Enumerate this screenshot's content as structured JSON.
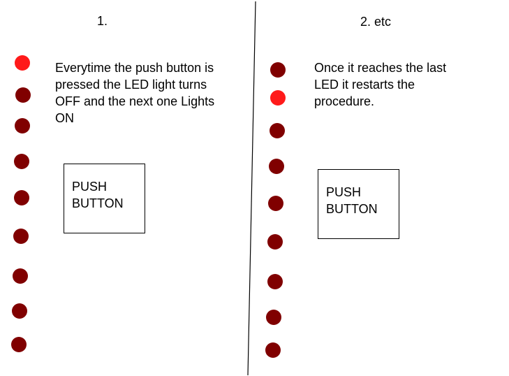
{
  "colors": {
    "led_on": "#ff1a1a",
    "led_off": "#800000",
    "line": "#000000"
  },
  "panels": [
    {
      "step_label": "1.",
      "description_lines": [
        "Everytime the push button is",
        "pressed the LED light turns",
        "OFF and the next one Lights",
        "ON"
      ],
      "button_lines": [
        "PUSH",
        "BUTTON"
      ],
      "leds": [
        "on",
        "off",
        "off",
        "off",
        "off",
        "off",
        "off",
        "off",
        "off"
      ]
    },
    {
      "step_label": "2. etc",
      "description_lines": [
        "Once it reaches the last",
        "LED it restarts the",
        "procedure."
      ],
      "button_lines": [
        "PUSH",
        "BUTTON"
      ],
      "leds": [
        "off",
        "on",
        "off",
        "off",
        "off",
        "off",
        "off",
        "off",
        "off"
      ]
    }
  ]
}
